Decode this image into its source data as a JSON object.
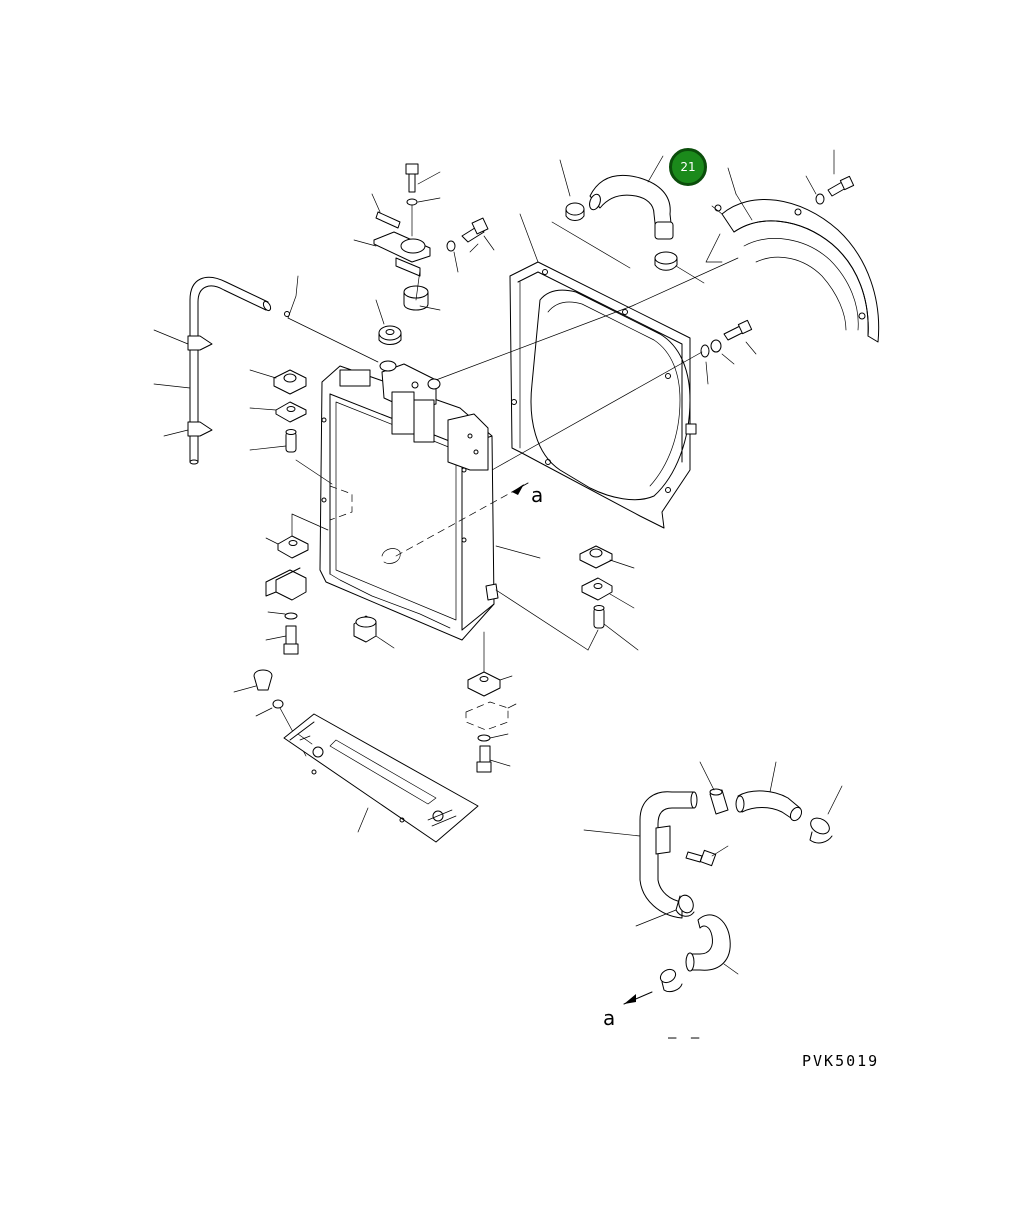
{
  "diagram": {
    "highlighted_callout": "21",
    "view_arrow_label_top": "a",
    "view_arrow_label_bottom": "a",
    "dash_mark": "– –",
    "drawing_code": "PVK5019",
    "colors": {
      "line": "#000000",
      "background": "#ffffff",
      "callout_fill": "#1b8a1b",
      "callout_border": "#0b4d0b",
      "callout_text": "#ffffff"
    }
  }
}
